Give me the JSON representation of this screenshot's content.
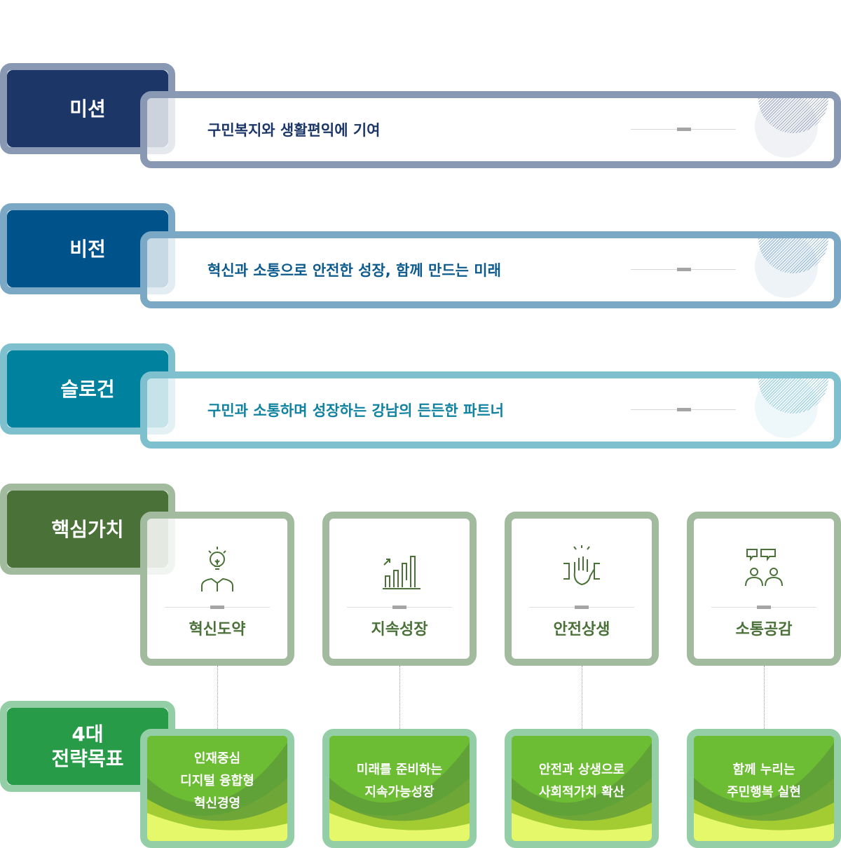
{
  "rows": [
    {
      "label": "미션",
      "text": "구민복지와 생활편익에 기여",
      "border": "#8a99b3",
      "fill": "#1b3667",
      "color": "#1b3667"
    },
    {
      "label": "비전",
      "text": "혁신과 소통으로 안전한 성장, 함께 만드는 미래",
      "border": "#7ba8c4",
      "fill": "#00528a",
      "color": "#0d5a8c"
    },
    {
      "label": "슬로건",
      "text": "구민과 소통하며 성장하는 강남의 든든한 파트너",
      "border": "#7fc0cf",
      "fill": "#00829f",
      "color": "#0f82a0"
    }
  ],
  "core": {
    "label": "핵심가치",
    "items": [
      {
        "title": "혁신도약",
        "icon": "lightbulb-person-icon"
      },
      {
        "title": "지속성장",
        "icon": "growth-chart-icon"
      },
      {
        "title": "안전상생",
        "icon": "joined-hands-icon"
      },
      {
        "title": "소통공감",
        "icon": "people-speech-icon"
      }
    ]
  },
  "goals": {
    "label": "4대\n전략목표",
    "items": [
      "인재중심\n디지털 융합형\n혁신경영",
      "미래를 준비하는\n지속가능성장",
      "안전과 상생으로\n사회적가치 확산",
      "함께 누리는\n주민행복 실현"
    ]
  }
}
